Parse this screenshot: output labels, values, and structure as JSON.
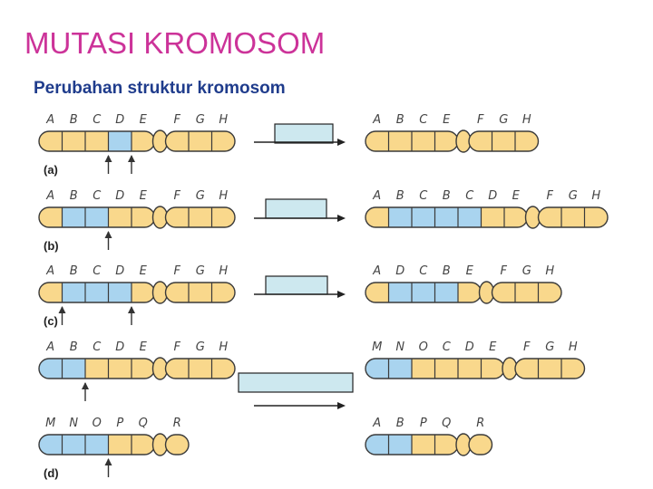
{
  "slide": {
    "title": "MUTASI KROMOSOM",
    "subtitle": "Perubahan struktur kromosom"
  },
  "colors": {
    "title": "#cc3399",
    "subtitle": "#1f3c8c",
    "chromosome_yellow": "#f9d88c",
    "chromosome_blue": "#a9d4ef",
    "outline": "#3a3a3a",
    "answer_box": "#cde8ef"
  },
  "rows": [
    {
      "part_label": "(a)",
      "before": {
        "left": [
          [
            "A",
            "y"
          ],
          [
            "B",
            "y"
          ],
          [
            "C",
            "y"
          ],
          [
            "D",
            "b"
          ],
          [
            "E",
            "y"
          ]
        ],
        "right": [
          [
            "F",
            "y"
          ],
          [
            "G",
            "y"
          ],
          [
            "H",
            "y"
          ]
        ]
      },
      "after": {
        "left": [
          [
            "A",
            "y"
          ],
          [
            "B",
            "y"
          ],
          [
            "C",
            "y"
          ],
          [
            "E",
            "y"
          ]
        ],
        "right": [
          [
            "F",
            "y"
          ],
          [
            "G",
            "y"
          ],
          [
            "H",
            "y"
          ]
        ]
      },
      "arrows_at": [
        3,
        4
      ]
    },
    {
      "part_label": "(b)",
      "before": {
        "left": [
          [
            "A",
            "y"
          ],
          [
            "B",
            "b"
          ],
          [
            "C",
            "b"
          ],
          [
            "D",
            "y"
          ],
          [
            "E",
            "y"
          ]
        ],
        "right": [
          [
            "F",
            "y"
          ],
          [
            "G",
            "y"
          ],
          [
            "H",
            "y"
          ]
        ]
      },
      "after": {
        "left": [
          [
            "A",
            "y"
          ],
          [
            "B",
            "b"
          ],
          [
            "C",
            "b"
          ],
          [
            "B",
            "b"
          ],
          [
            "C",
            "b"
          ],
          [
            "D",
            "y"
          ],
          [
            "E",
            "y"
          ]
        ],
        "right": [
          [
            "F",
            "y"
          ],
          [
            "G",
            "y"
          ],
          [
            "H",
            "y"
          ]
        ]
      },
      "arrows_at": [
        3
      ]
    },
    {
      "part_label": "(c)",
      "before": {
        "left": [
          [
            "A",
            "y"
          ],
          [
            "B",
            "b"
          ],
          [
            "C",
            "b"
          ],
          [
            "D",
            "b"
          ],
          [
            "E",
            "y"
          ]
        ],
        "right": [
          [
            "F",
            "y"
          ],
          [
            "G",
            "y"
          ],
          [
            "H",
            "y"
          ]
        ]
      },
      "after": {
        "left": [
          [
            "A",
            "y"
          ],
          [
            "D",
            "b"
          ],
          [
            "C",
            "b"
          ],
          [
            "B",
            "b"
          ],
          [
            "E",
            "y"
          ]
        ],
        "right": [
          [
            "F",
            "y"
          ],
          [
            "G",
            "y"
          ],
          [
            "H",
            "y"
          ]
        ]
      },
      "arrows_at": [
        1,
        4
      ]
    },
    {
      "part_label": "",
      "before": {
        "left": [
          [
            "A",
            "b"
          ],
          [
            "B",
            "b"
          ],
          [
            "C",
            "y"
          ],
          [
            "D",
            "y"
          ],
          [
            "E",
            "y"
          ]
        ],
        "right": [
          [
            "F",
            "y"
          ],
          [
            "G",
            "y"
          ],
          [
            "H",
            "y"
          ]
        ]
      },
      "after": {
        "left": [
          [
            "M",
            "b"
          ],
          [
            "N",
            "b"
          ],
          [
            "O",
            "y"
          ],
          [
            "C",
            "y"
          ],
          [
            "D",
            "y"
          ],
          [
            "E",
            "y"
          ]
        ],
        "right": [
          [
            "F",
            "y"
          ],
          [
            "G",
            "y"
          ],
          [
            "H",
            "y"
          ]
        ]
      },
      "arrows_at": [
        2
      ]
    },
    {
      "part_label": "(d)",
      "before": {
        "left": [
          [
            "M",
            "b"
          ],
          [
            "N",
            "b"
          ],
          [
            "O",
            "b"
          ],
          [
            "P",
            "y"
          ],
          [
            "Q",
            "y"
          ]
        ],
        "right": [
          [
            "R",
            "y"
          ]
        ]
      },
      "after": {
        "left": [
          [
            "A",
            "b"
          ],
          [
            "B",
            "b"
          ],
          [
            "P",
            "y"
          ],
          [
            "Q",
            "y"
          ]
        ],
        "right": [
          [
            "R",
            "y"
          ]
        ]
      },
      "arrows_at": [
        3
      ]
    }
  ]
}
